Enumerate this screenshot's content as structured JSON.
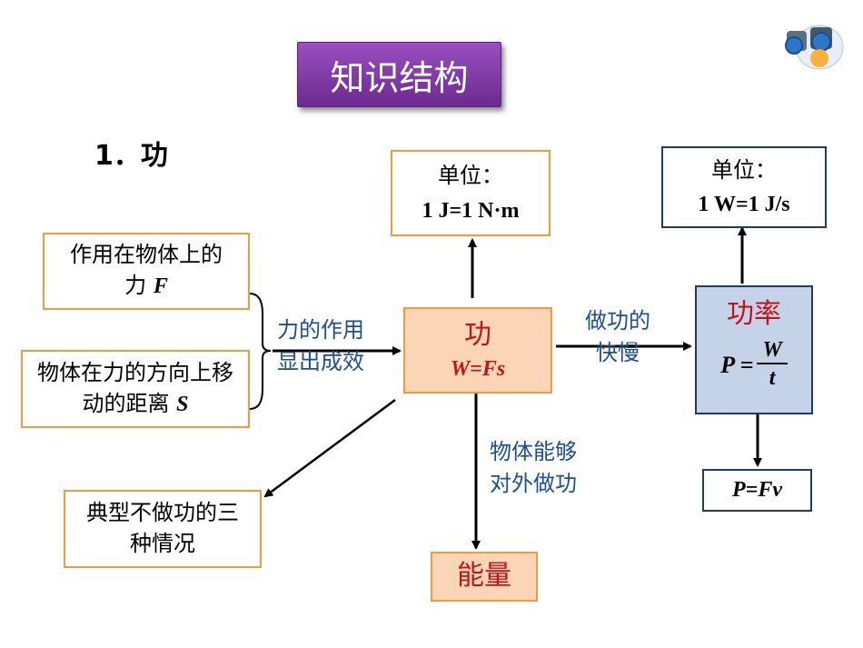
{
  "header": {
    "title": "知识结构",
    "section": "1．功"
  },
  "work_box": {
    "title": "功",
    "formula": "W=Fs"
  },
  "unit_left": {
    "title": "单位：",
    "value": "1 J=1 N·m"
  },
  "unit_right": {
    "title": "单位：",
    "value": "1 W=1 J/s"
  },
  "condition_force": {
    "text": "作用在物体上的力",
    "symbol": "F"
  },
  "condition_distance": {
    "text": "物体在力的方向上移动的距离",
    "symbol": "S"
  },
  "effect_label": [
    "力的作用",
    "显出成效"
  ],
  "speed_label": [
    "做功的",
    "快慢"
  ],
  "energy_label": [
    "物体能够",
    "对外做功"
  ],
  "power_box": {
    "title": "功率",
    "lhs": "P =",
    "numerator": "W",
    "denominator": "t"
  },
  "power_formula": "P=Fv",
  "energy_box": "能量",
  "no_work_box": "典型不做功的三种情况",
  "colors": {
    "title_purple": "#7b35a3",
    "orange_border": "#f29b3e",
    "work_fill": "#fbd5b5",
    "power_fill": "#c5d3e8",
    "navy_border": "#1f3a6d",
    "label_blue": "#1f4e8c",
    "accent_red": "#c0141b"
  },
  "icons": [
    "binoculars-icon"
  ]
}
